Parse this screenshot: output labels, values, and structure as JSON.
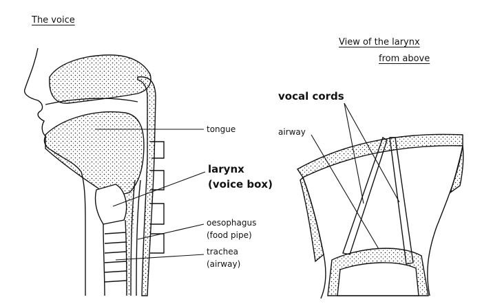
{
  "headings": {
    "title": "The voice",
    "larynx_view_line1": "View of the larynx",
    "larynx_view_line2": "from above"
  },
  "labels": {
    "tongue": "tongue",
    "larynx": "larynx",
    "voice_box": "(voice box)",
    "oesophagus": "oesophagus",
    "food_pipe": "(food pipe)",
    "trachea": "trachea",
    "trachea_airway": "(airway)",
    "vocal_cords": "vocal cords",
    "airway": "airway"
  }
}
